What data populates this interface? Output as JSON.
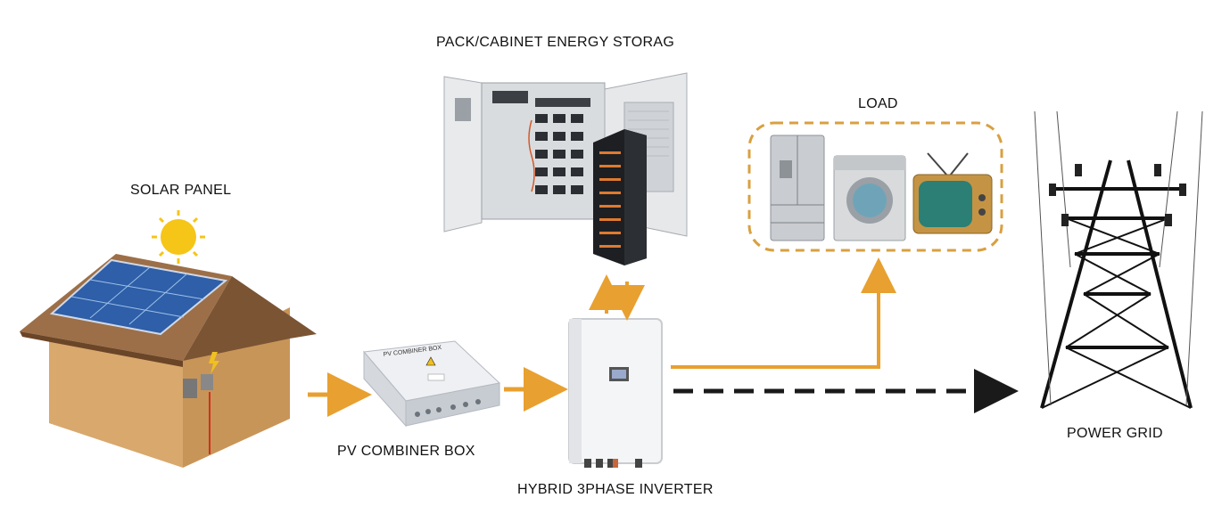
{
  "labels": {
    "storage": "PACK/CABINET ENERGY STORAG",
    "solar": "SOLAR PANEL",
    "load": "LOAD",
    "combiner": "PV COMBINER BOX",
    "inverter": "HYBRID 3PHASE INVERTER",
    "grid": "POWER GRID",
    "combiner_box_text": "PV COMBINER BOX"
  },
  "colors": {
    "arrow_orange": "#E8A030",
    "load_border": "#D9A040",
    "grid_arrow": "#1a1a1a",
    "sun": "#F5C518"
  },
  "icons": [
    "sun-icon",
    "house-icon",
    "solar-panel-icon",
    "combiner-box-icon",
    "inverter-icon",
    "energy-cabinet-icon",
    "battery-rack-icon",
    "refrigerator-icon",
    "washing-machine-icon",
    "tv-icon",
    "power-tower-icon"
  ]
}
